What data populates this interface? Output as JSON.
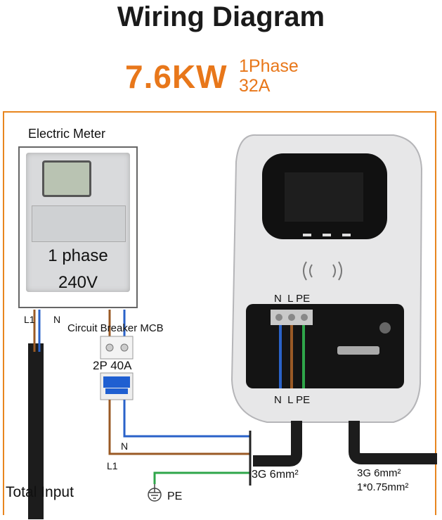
{
  "title": "Wiring Diagram",
  "power": "7.6KW",
  "phase": "1Phase",
  "current": "32A",
  "meter": {
    "heading": "Electric Meter",
    "phase_text": "1 phase",
    "voltage_text": "240V"
  },
  "wires": {
    "meter_l1": "L1",
    "meter_n": "N",
    "mcb_label": "Circuit Breaker MCB",
    "mcb_rating": "2P 40A",
    "n_label": "N",
    "l1_label": "L1",
    "pe_label": "PE",
    "total_input": "Total Input",
    "cable_in": "3G 6mm²",
    "cable_out_1": "3G 6mm²",
    "cable_out_2": "1*0.75mm²"
  },
  "charger": {
    "terminal_top": "N  L PE",
    "terminal_bottom": "N  L PE"
  },
  "colors": {
    "accent": "#e8771a",
    "neutral_wire": "#2a62c9",
    "live_wire": "#9a5a25",
    "earth_wire": "#2fa64a"
  }
}
